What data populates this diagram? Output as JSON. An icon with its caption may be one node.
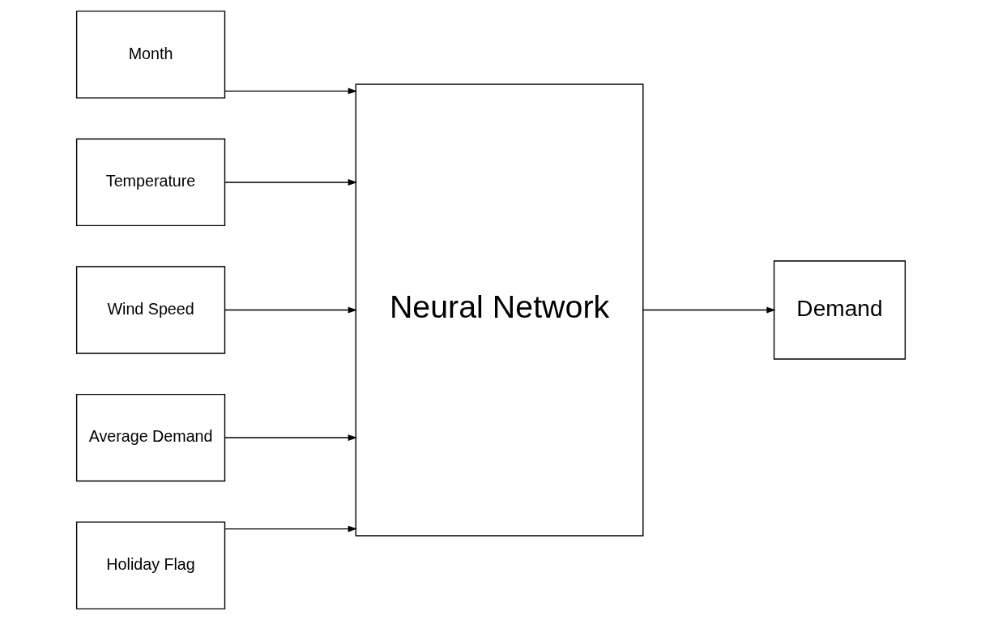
{
  "diagram": {
    "nodes": [
      {
        "text": [
          "Month"
        ]
      },
      {
        "text": [
          "Temperature"
        ]
      },
      {
        "text": [
          "Wind Speed"
        ]
      },
      {
        "text": [
          "Average Demand"
        ]
      },
      {
        "text": [
          "Holiday Flag"
        ]
      },
      {
        "text": [
          "Neural Network"
        ]
      },
      {
        "text": [
          "Demand"
        ]
      }
    ],
    "edges": [
      {
        "from": 0,
        "to": 5,
        "arrow": "to"
      },
      {
        "from": 1,
        "to": 5,
        "arrow": "to"
      },
      {
        "from": 2,
        "to": 5,
        "arrow": "to"
      },
      {
        "from": 3,
        "to": 5,
        "arrow": "to"
      },
      {
        "from": 4,
        "to": 5,
        "arrow": "to"
      },
      {
        "from": 5,
        "to": 6,
        "arrow": "to"
      }
    ]
  }
}
